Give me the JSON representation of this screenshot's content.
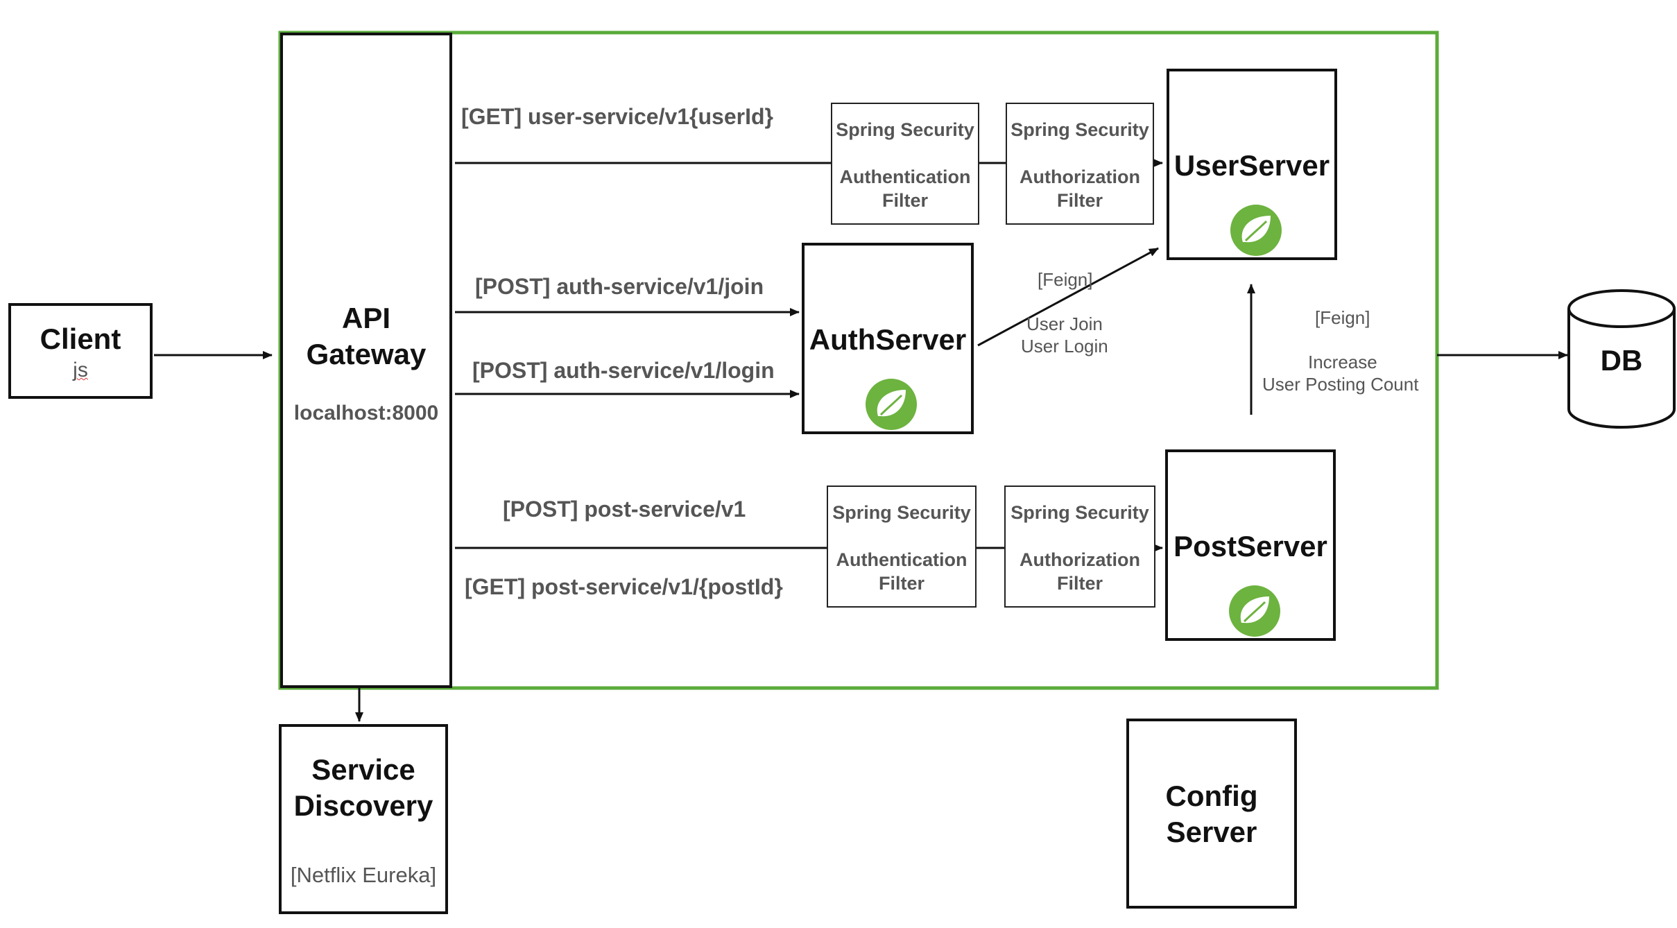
{
  "colors": {
    "gateway_border": "#5aab3a",
    "spring_green": "#6db33f",
    "text_gray": "#555555"
  },
  "client": {
    "title": "Client",
    "sub": "js"
  },
  "gateway": {
    "title_line1": "API",
    "title_line2": "Gateway",
    "address": "localhost:8000"
  },
  "routes": {
    "user_get": "[GET] user-service/v1{userId}",
    "auth_join": "[POST] auth-service/v1/join",
    "auth_login": "[POST] auth-service/v1/login",
    "post_post": "[POST] post-service/v1",
    "post_get": "[GET] post-service/v1/{postId}"
  },
  "filters": {
    "spring_security": "Spring Security",
    "authentication_line1": "Authentication",
    "authorization_line1": "Authorization",
    "filter_word": "Filter"
  },
  "servers": {
    "user": "UserServer",
    "auth": "AuthServer",
    "post": "PostServer"
  },
  "feign_auth": {
    "tag": "[Feign]",
    "line1": "User Join",
    "line2": "User Login"
  },
  "feign_post": {
    "tag": "[Feign]",
    "line1": "Increase",
    "line2": "User Posting Count"
  },
  "db": {
    "label": "DB"
  },
  "discovery": {
    "line1": "Service",
    "line2": "Discovery",
    "sub": "[Netflix Eureka]"
  },
  "config": {
    "line1": "Config",
    "line2": "Server"
  },
  "icons": [
    "spring-leaf-icon"
  ]
}
